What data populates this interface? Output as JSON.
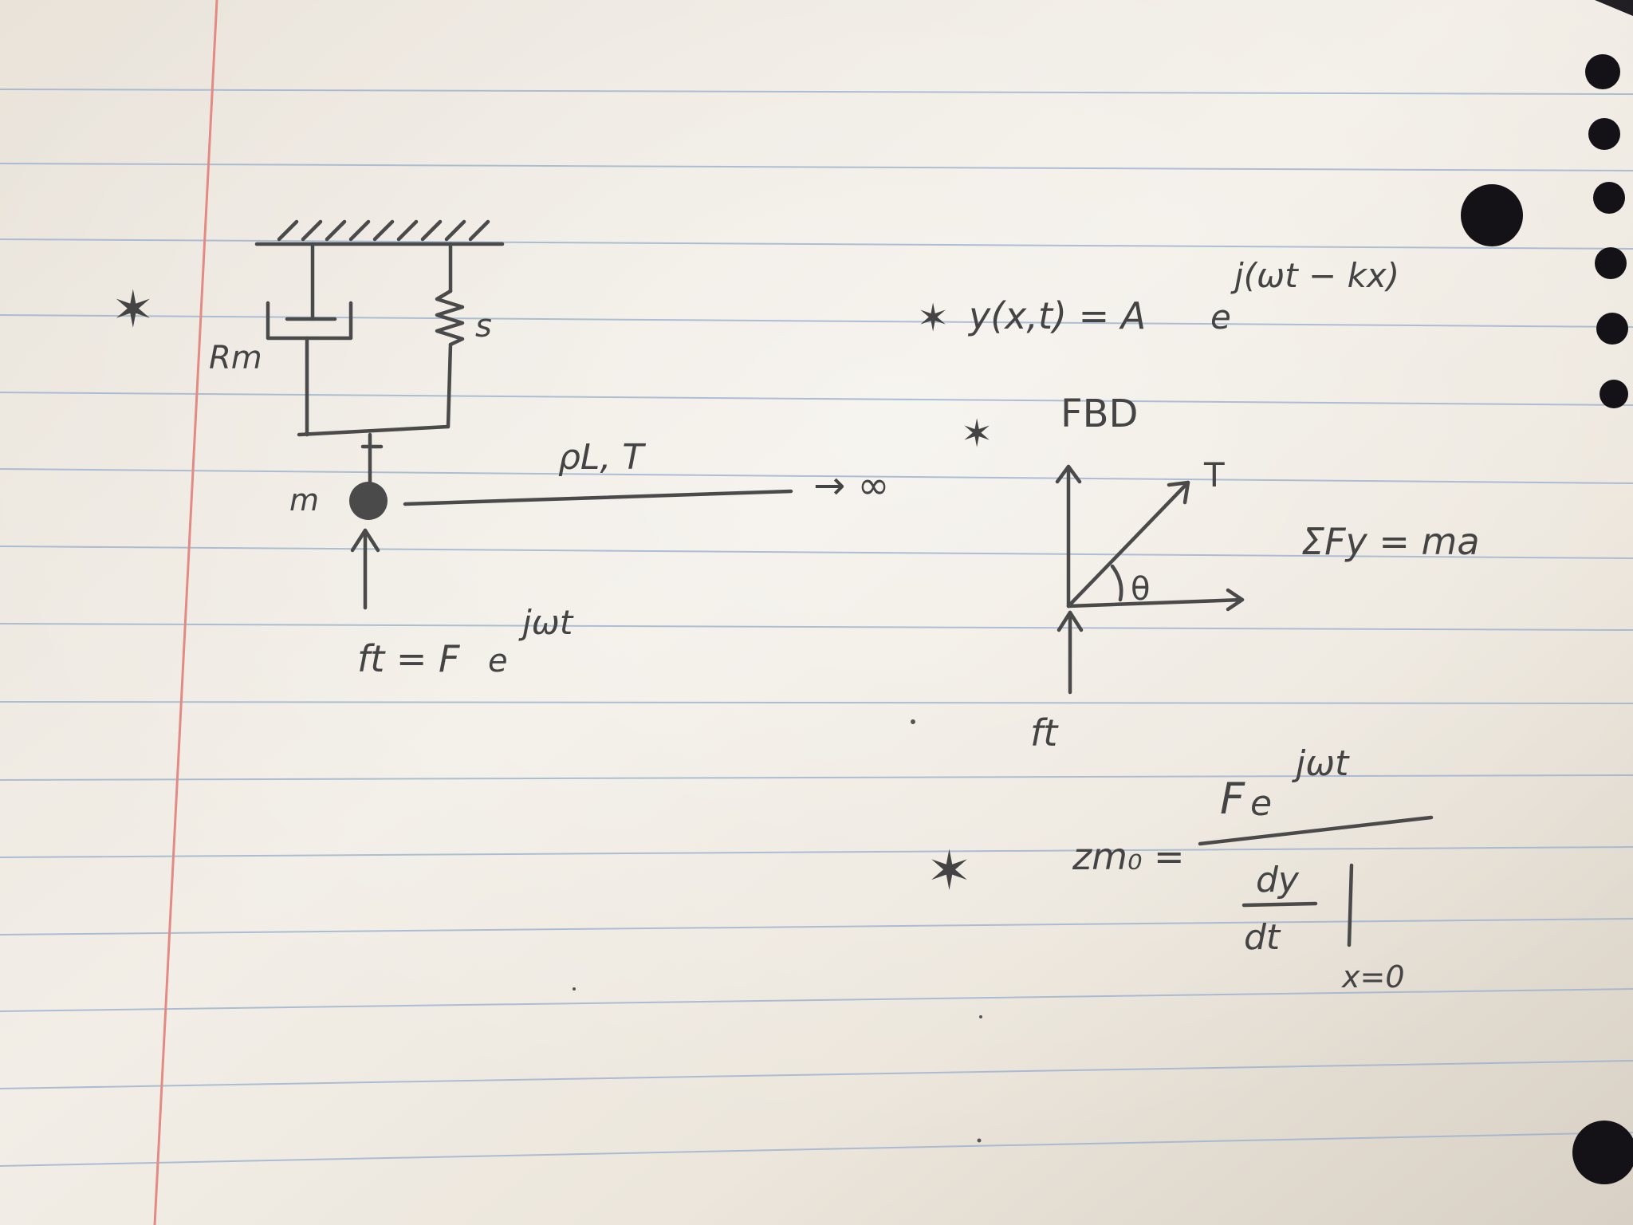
{
  "page": {
    "star_marks": [
      "✶",
      "✶",
      "✶",
      "✶"
    ]
  },
  "mass_spring_diagram": {
    "resistance_label": "Rm",
    "spring_label": "s",
    "mass_label": "m",
    "string_label": "ρL, T",
    "infinity_label": "→ ∞",
    "drive_force_lhs": "ft = F",
    "drive_force_e": "e",
    "drive_force_exp": "jωt"
  },
  "wave_equation": {
    "lhs": "y(x,t) = A",
    "base": "e",
    "exponent": "j(ωt − kx)"
  },
  "free_body_diagram": {
    "title": "FBD",
    "tension_label": "T",
    "angle_label": "θ",
    "force_label": "ft",
    "sum_forces": "ΣFy = ma"
  },
  "impedance": {
    "lhs": "zm₀ =",
    "numerator": "F",
    "numerator_e": "e",
    "numerator_exp": "jωt",
    "denominator_top": "dy",
    "denominator_bottom": "dt",
    "evaluated_at": "x=0"
  }
}
